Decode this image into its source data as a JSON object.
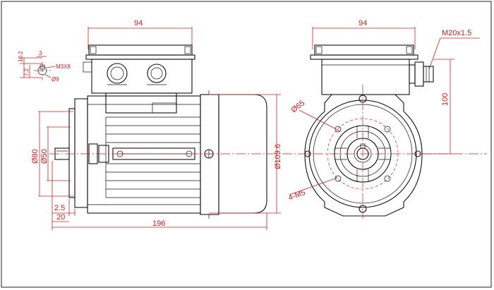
{
  "labels": {
    "side_top_width": "94",
    "front_top_width": "94",
    "thread": "M20x1.5",
    "height": "100",
    "pcd": "Ø65",
    "bolts": "4-M5",
    "body_dia": "Ø109.6",
    "spigot": "Ø80",
    "shaft_dia": "Ø50",
    "offset": "2.5",
    "shaft_len": "20",
    "overall_len": "196",
    "key_height": "10.2",
    "key_width": "3",
    "key_depth": "7.2",
    "center_thread": "M3X8",
    "shaft_small": "Ø9"
  },
  "colors": {
    "dimension": "#d42020",
    "outline": "#111111"
  }
}
